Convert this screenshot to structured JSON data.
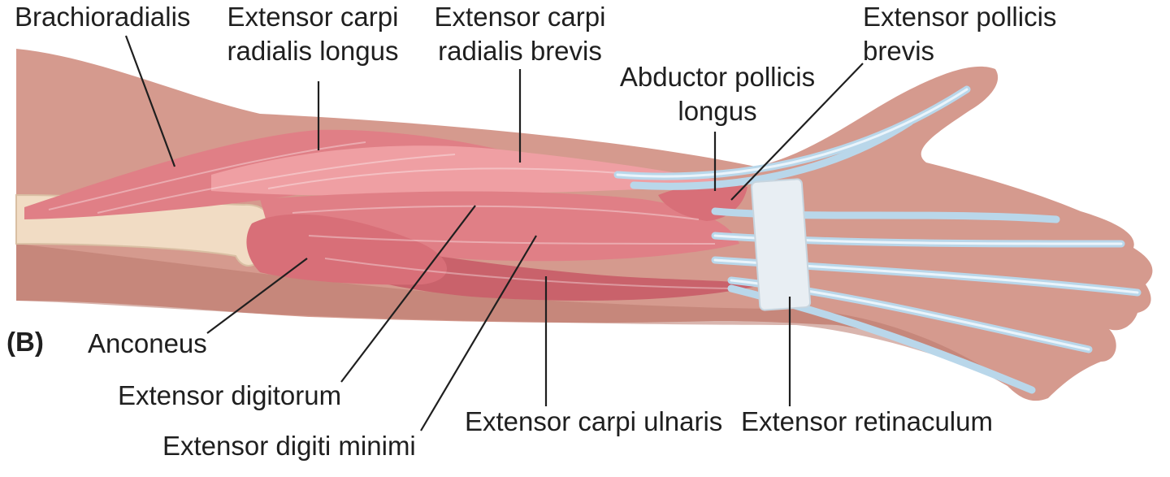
{
  "figure": {
    "panel_label": "(B)",
    "labels": {
      "brachioradialis": "Brachioradialis",
      "ecrl_line1": "Extensor carpi",
      "ecrl_line2": "radialis longus",
      "ecrb_line1": "Extensor carpi",
      "ecrb_line2": "radialis brevis",
      "apl_line1": "Abductor pollicis",
      "apl_line2": "longus",
      "epb_line1": "Extensor pollicis",
      "epb_line2": "brevis",
      "anconeus": "Anconeus",
      "extensor_digitorum": "Extensor digitorum",
      "extensor_digiti_minimi": "Extensor digiti minimi",
      "extensor_carpi_ulnaris": "Extensor carpi ulnaris",
      "extensor_retinaculum": "Extensor retinaculum"
    },
    "colors": {
      "skin": "#d59a8e",
      "skin_dark": "#b9786c",
      "muscle": "#e07f86",
      "muscle_light": "#ef9fa3",
      "muscle_dark": "#c9626b",
      "tendon": "#b9d7ea",
      "bone": "#f1dcc4",
      "retinaculum": "#e8eef3",
      "label_text": "#1f1f1f"
    }
  }
}
